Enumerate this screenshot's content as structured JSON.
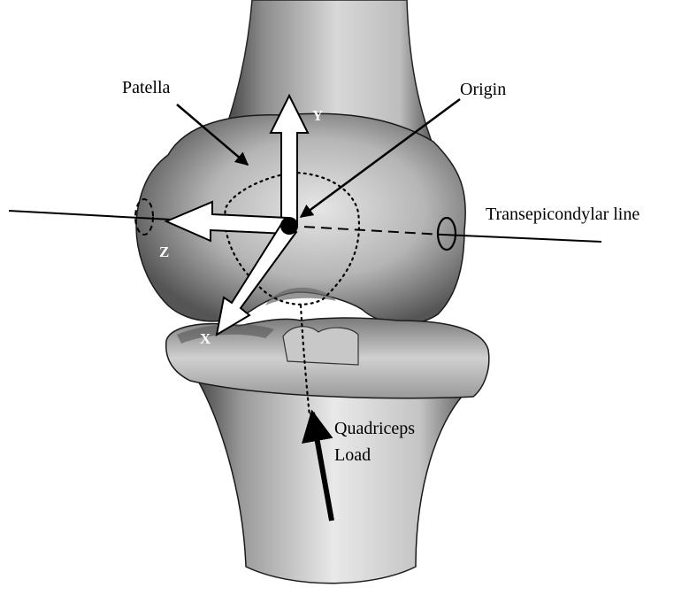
{
  "labels": {
    "patella": "Patella",
    "origin": "Origin",
    "transepicondylar": "Transepicondylar line",
    "quadriceps_line1": "Quadriceps",
    "quadriceps_line2": "Load"
  },
  "axes": {
    "x": "X",
    "y": "Y",
    "z": "Z"
  }
}
